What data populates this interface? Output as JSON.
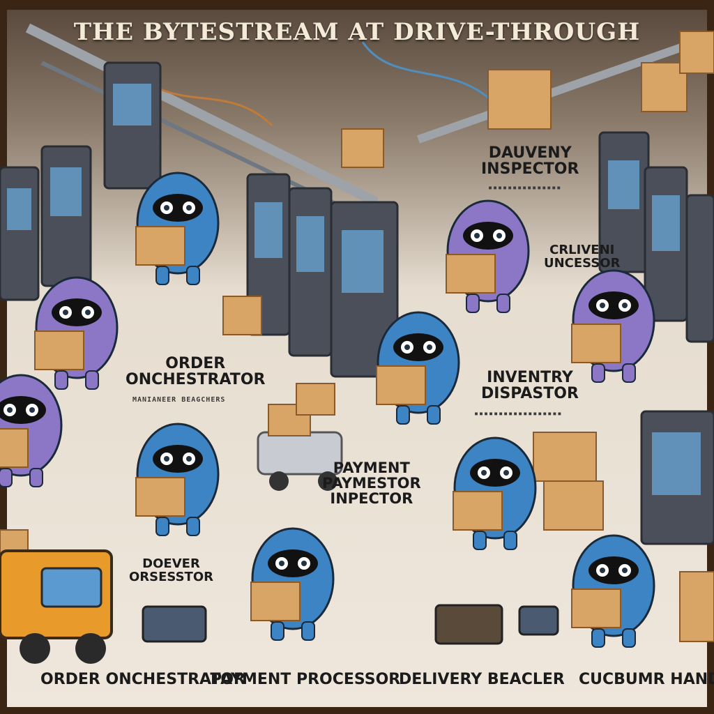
{
  "title": "THE BYTESTREAM AT DRIVE-THROUGH",
  "labels": {
    "delivery_inspector": "DAUVENY\nINSPECTOR",
    "client_processor": "CRLIVENI\nUNCESSOR",
    "order_orchestrator": "ORDER\nONCHESTRATOR",
    "order_sub": "MANIANEER BEAGCHERS",
    "inventory_dispatcher": "INVENTRY\nDISPASTOR",
    "payment_inspector": "PAYMENT\nPAYMESTOR\nINPECTOR",
    "driver_orchestrator": "DOEVER\nORSESSTOR",
    "bottom_1": "ORDER ONCHESTRATOR",
    "bottom_2": "PAYMENT PROCESSOR",
    "bottom_3": "DELIVERY BEACLER",
    "bottom_4": "CUCBUMR HANDL"
  },
  "colors": {
    "robot_blue": "#3d84c4",
    "robot_purple": "#8c77c6",
    "box": "#d8a566",
    "truck": "#e89a2a",
    "server": "#4a4f5a"
  }
}
